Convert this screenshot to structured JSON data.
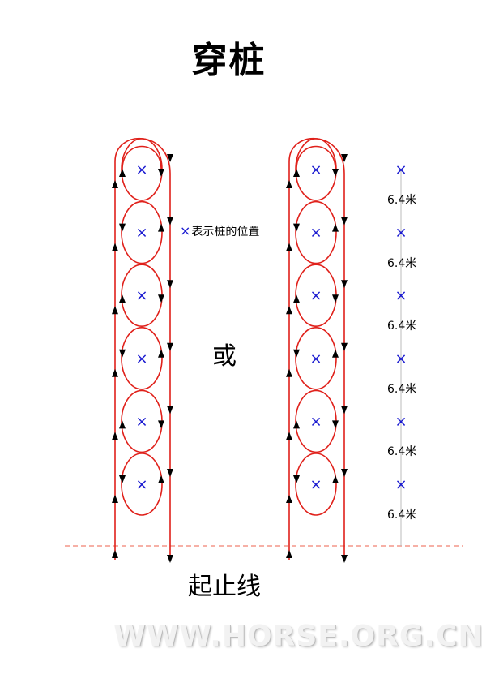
{
  "title": "穿桩",
  "legend": {
    "marker": "×",
    "text": "表示桩的位置"
  },
  "or_label": "或",
  "start_line_label": "起止线",
  "pole_marker": "×",
  "pole_count": 6,
  "spacing_labels": [
    "6.4米",
    "6.4米",
    "6.4米",
    "6.4米",
    "6.4米",
    "6.4米"
  ],
  "watermark": "WWW.HORSE.ORG.CN",
  "colors": {
    "path": "#e0201a",
    "pole": "#1a1ad0",
    "arrow": "#000000",
    "start_line": "#f08070",
    "ruler": "#bbbbbb"
  }
}
